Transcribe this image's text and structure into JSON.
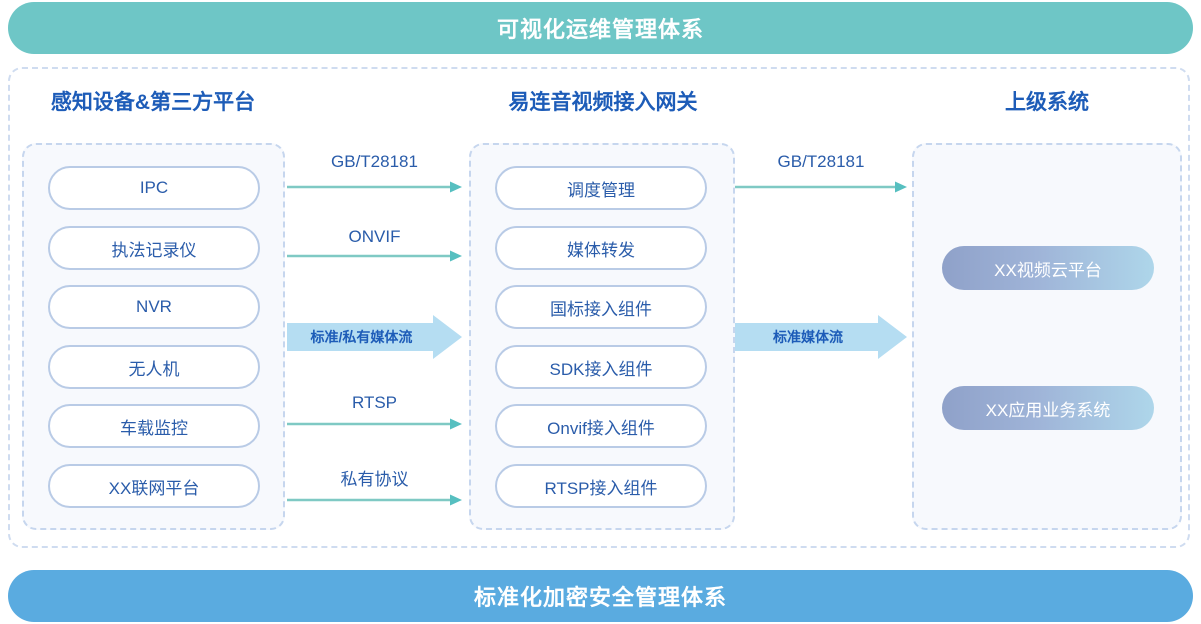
{
  "banners": {
    "top": "可视化运维管理体系",
    "bottom": "标准化加密安全管理体系",
    "top_color": "#6ec6c6",
    "bottom_color": "#5aabe0"
  },
  "columns": {
    "left": {
      "title": "感知设备&第三方平台",
      "items": [
        {
          "label": "IPC"
        },
        {
          "label": "执法记录仪"
        },
        {
          "label": "NVR"
        },
        {
          "label": "无人机"
        },
        {
          "label": "车载监控"
        },
        {
          "label": "XX联网平台"
        }
      ]
    },
    "middle": {
      "title": "易连音视频接入网关",
      "items": [
        {
          "label": "调度管理"
        },
        {
          "label": "媒体转发"
        },
        {
          "label": "国标接入组件"
        },
        {
          "label": "SDK接入组件"
        },
        {
          "label": "Onvif接入组件"
        },
        {
          "label": "RTSP接入组件"
        }
      ]
    },
    "right": {
      "title": "上级系统",
      "items": [
        {
          "label": "XX视频云平台"
        },
        {
          "label": "XX应用业务系统"
        }
      ]
    }
  },
  "connectors": {
    "left_to_middle": {
      "thin": [
        {
          "label": "GB/T28181"
        },
        {
          "label": "ONVIF"
        },
        {
          "label": "RTSP"
        },
        {
          "label": "私有协议"
        }
      ],
      "block": {
        "label": "标准/私有媒体流"
      }
    },
    "middle_to_right": {
      "thin": [
        {
          "label": "GB/T28181"
        }
      ],
      "block": {
        "label": "标准媒体流"
      }
    }
  },
  "palette": {
    "heading": "#1d5cb8",
    "pill_text": "#2a5caa",
    "pill_border": "#b9cbe6",
    "panel_fill": "#f7f9fd",
    "dash_border": "#c6d6ee",
    "arrow_thin": "#7fc9c4",
    "arrow_block": "#b5ddf2",
    "grad_start": "#8fa1c9",
    "grad_end": "#aed6ea"
  }
}
